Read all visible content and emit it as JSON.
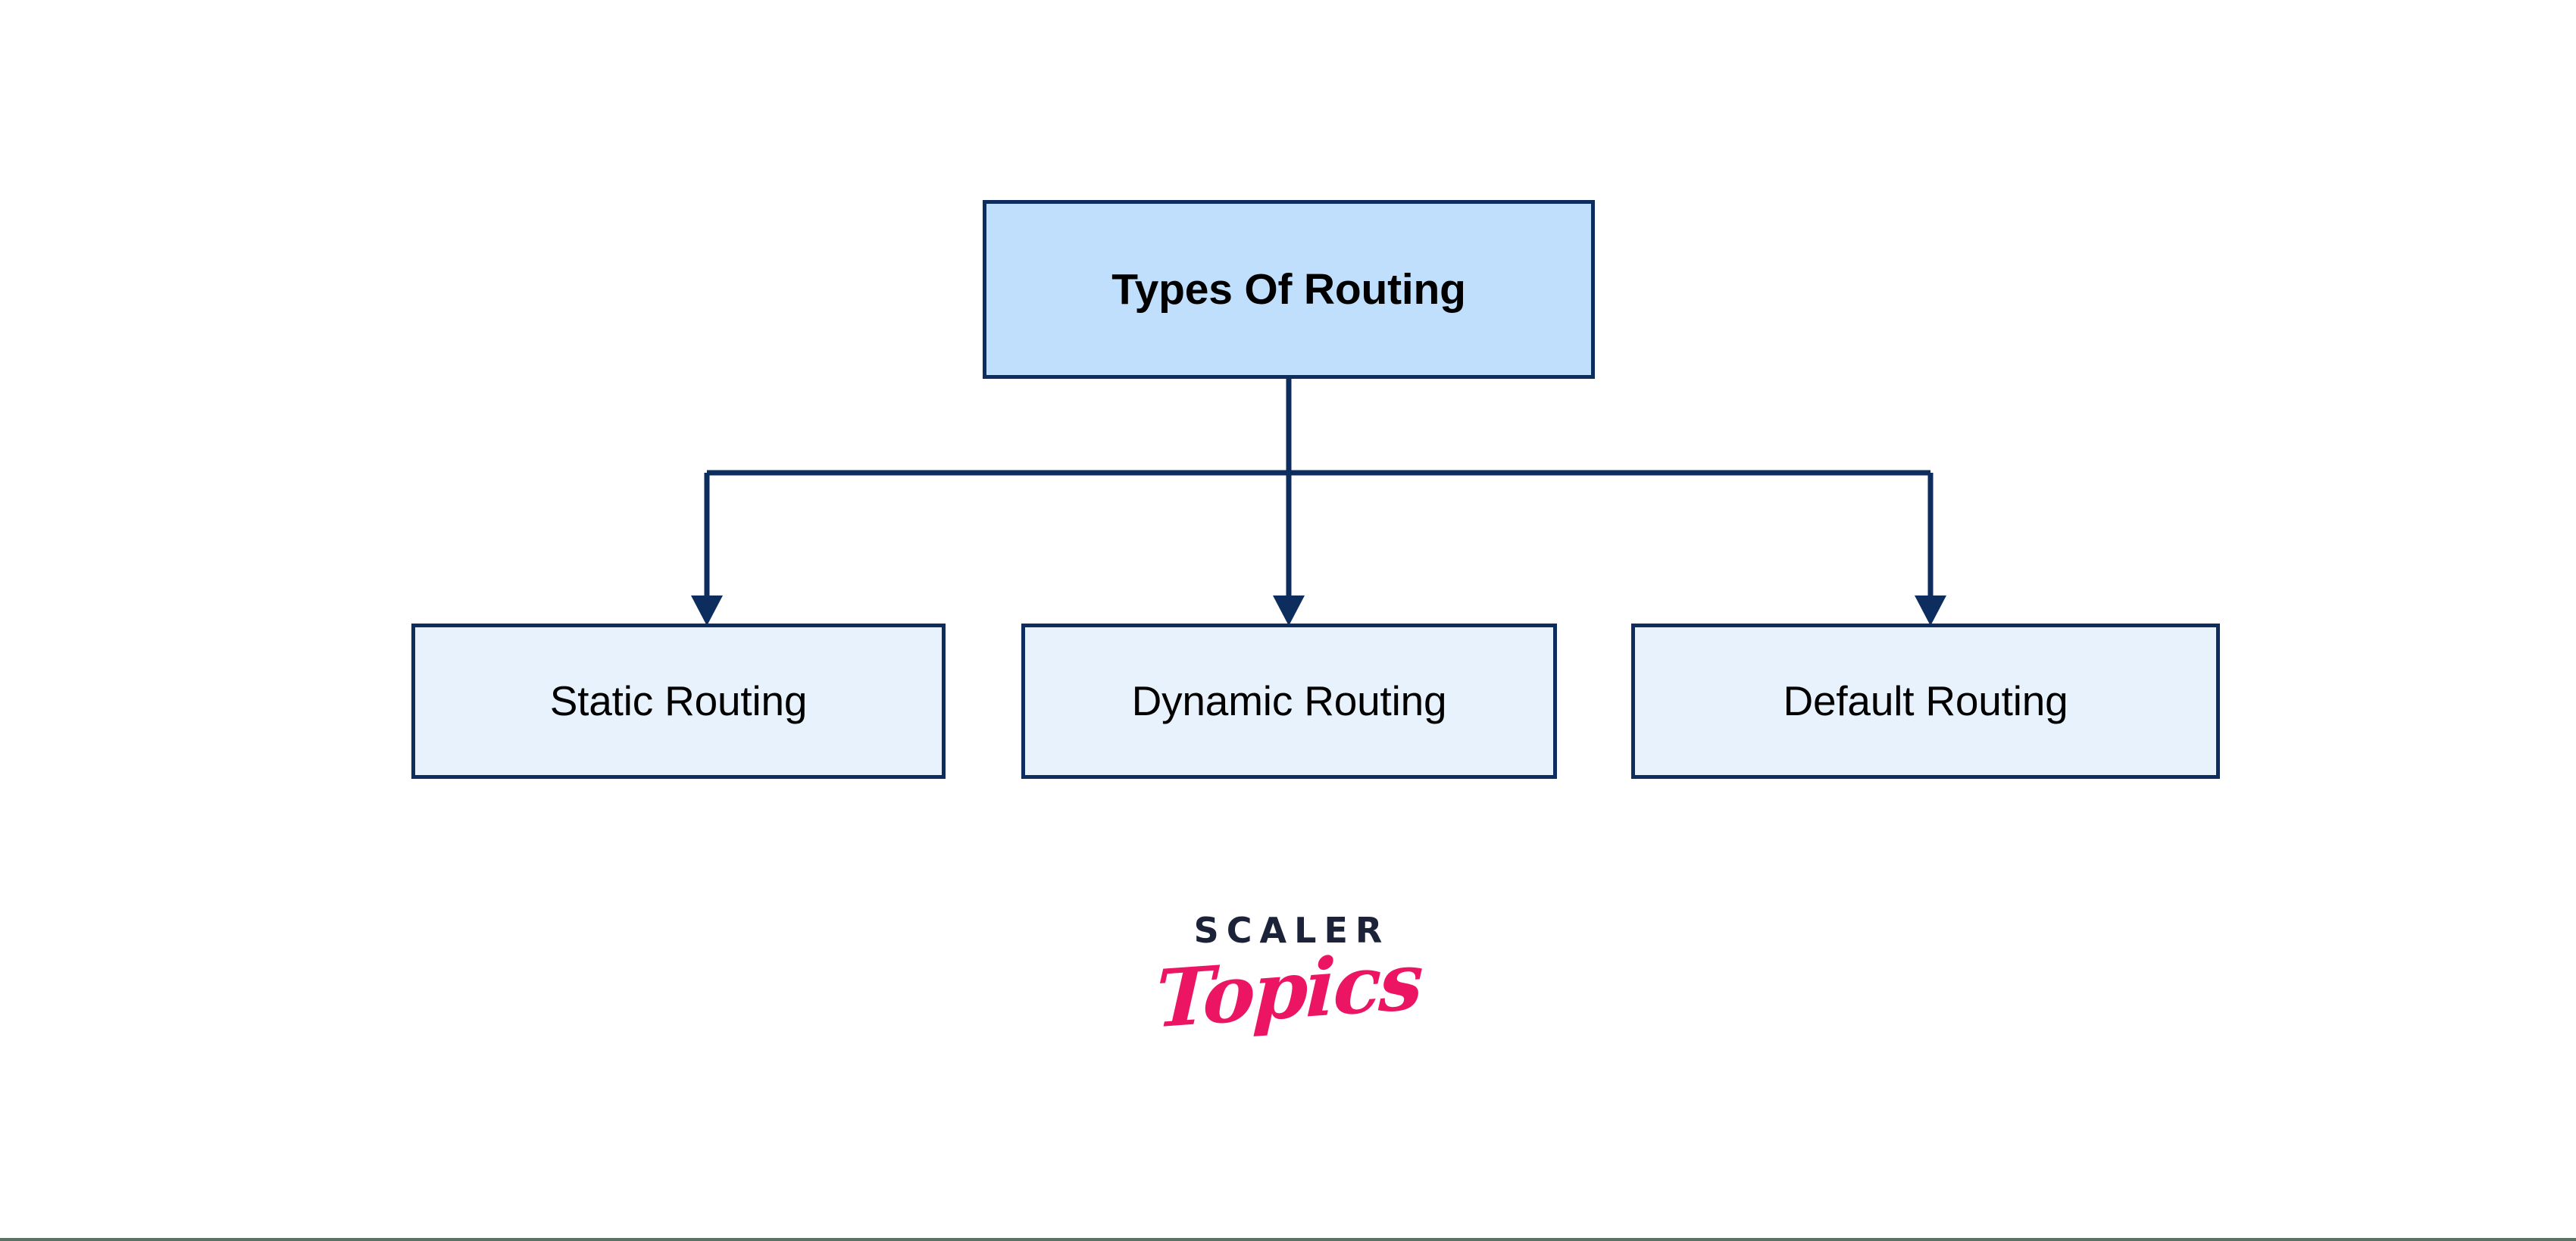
{
  "diagram": {
    "type": "hierarchy-tree",
    "title": "Types Of Routing",
    "background_color": "#ffffff",
    "root": {
      "label": "Types Of Routing",
      "fill_color": "#bfdffc",
      "border_color": "#0d2d5e",
      "text_color": "#000000"
    },
    "children": [
      {
        "label": "Static Routing",
        "fill_color": "#e8f2fc",
        "border_color": "#0d2d5e",
        "text_color": "#000000"
      },
      {
        "label": "Dynamic Routing",
        "fill_color": "#e8f2fc",
        "border_color": "#0d2d5e",
        "text_color": "#000000"
      },
      {
        "label": "Default Routing",
        "fill_color": "#e8f2fc",
        "border_color": "#0d2d5e",
        "text_color": "#000000"
      }
    ],
    "connectors": {
      "style": "orthogonal-elbow",
      "color": "#0d2d5e",
      "arrowhead": "filled-triangle-down",
      "count": 3
    }
  },
  "logo": {
    "wordmark": "SCALER",
    "script": "Topics",
    "wordmark_color": "#1c2237",
    "script_color": "#ec1563"
  }
}
